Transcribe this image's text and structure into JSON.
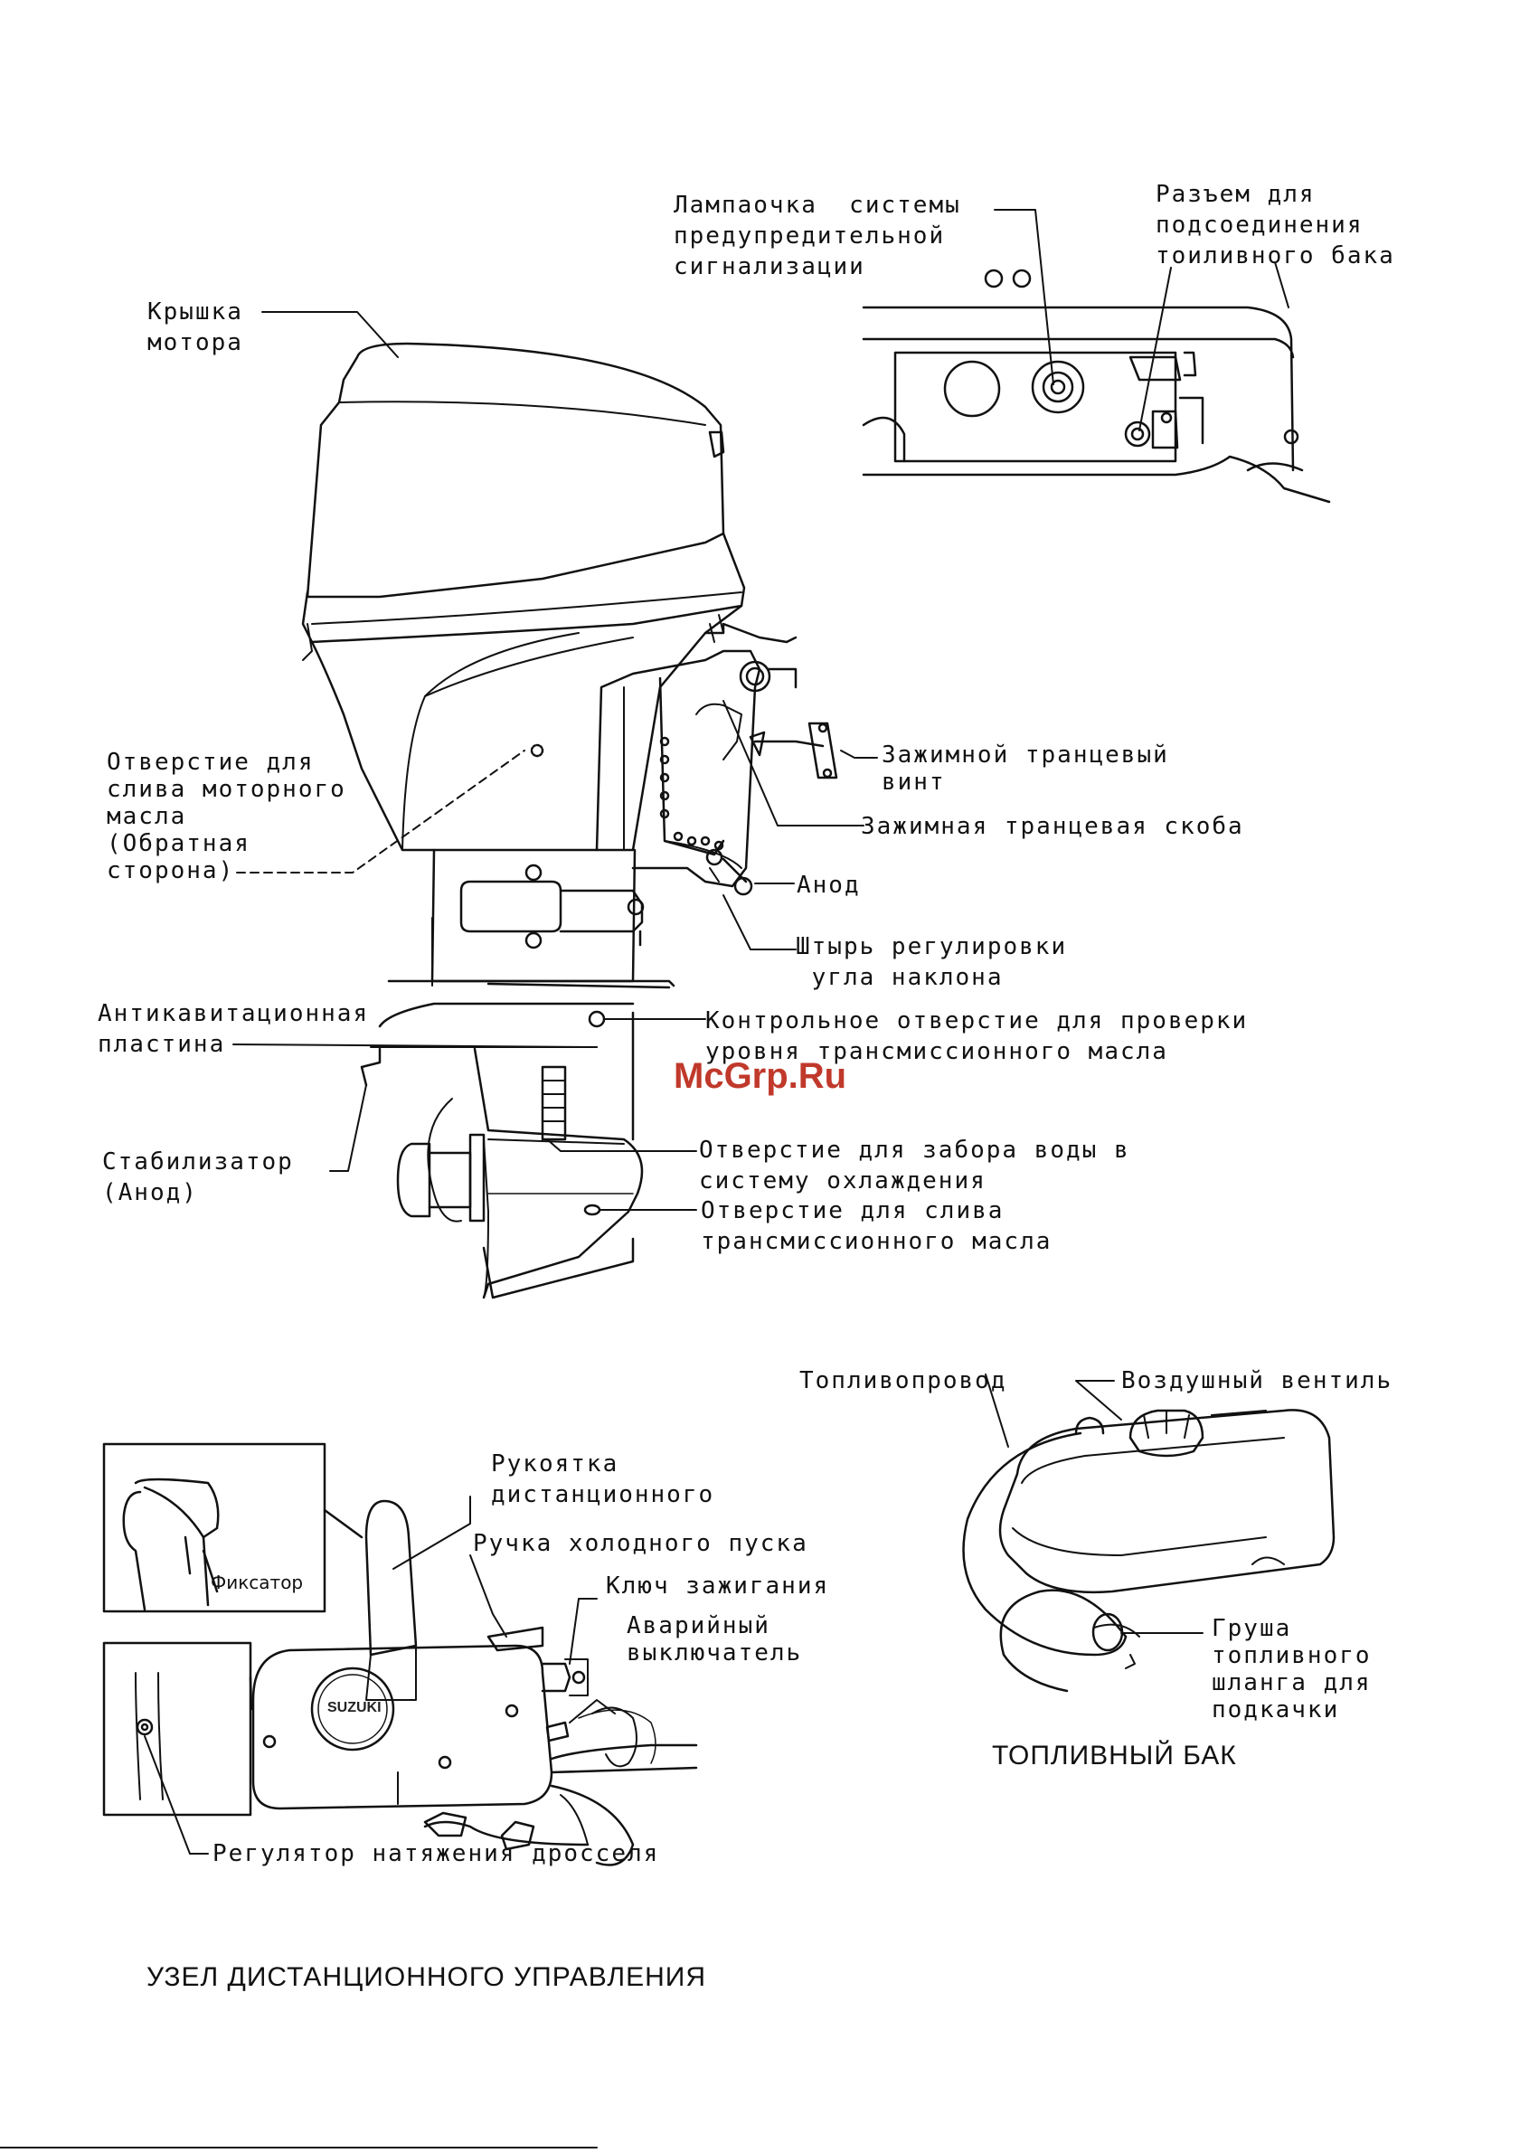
{
  "labels": {
    "warning_lamp": "Лампаочка  системы\nпредупредительной\nсигнализации",
    "fuel_connector": "Разъем для\nподсоединения\nтоиливного бака",
    "motor_cover": "Крышка\nмотора",
    "oil_drain": "Отверстие для\nслива моторного\nмасла\n(Обратная\nсторона)",
    "clamp_screw": "Зажимной транцевый\nвинт",
    "clamp_bracket": "Зажимная транцевая скоба",
    "anode": "Анод",
    "trim_rod": "Штырь регулировки\n угла наклона",
    "anticavitation": "Антикавитационная\nпластина",
    "gear_oil_check": "Контрольное отверстие для проверки\nуровня трансмиссионного масла",
    "stabilizer": "Стабилизатор\n(Анод)",
    "water_intake": "Отверстие для забора воды в\nсистему охлаждения",
    "gear_oil_drain": "Отверстие для слива\nтрансмиссионного масла",
    "fuel_line": "Топливопровод",
    "air_vent": "Воздушный вентиль",
    "primer_bulb": "Груша\nтопливного\nшланга для\nподкачки",
    "remote_handle": "Рукоятка\nдистанционного",
    "cold_start": "Ручка холодного пуска",
    "ignition_key": "Ключ зажигания",
    "emergency_switch": "Аварийный\nвыключатель",
    "throttle_tension": "Регулятор натяжения дросселя",
    "lock": "Фиксатор"
  },
  "titles": {
    "fuel_tank": "ТОПЛИВНЫЙ БАК",
    "remote_control": "УЗЕЛ ДИСТАНЦИОННОГО УПРАВЛЕНИЯ"
  },
  "watermark": "McGrp.Ru",
  "logo": "SUZUKI"
}
